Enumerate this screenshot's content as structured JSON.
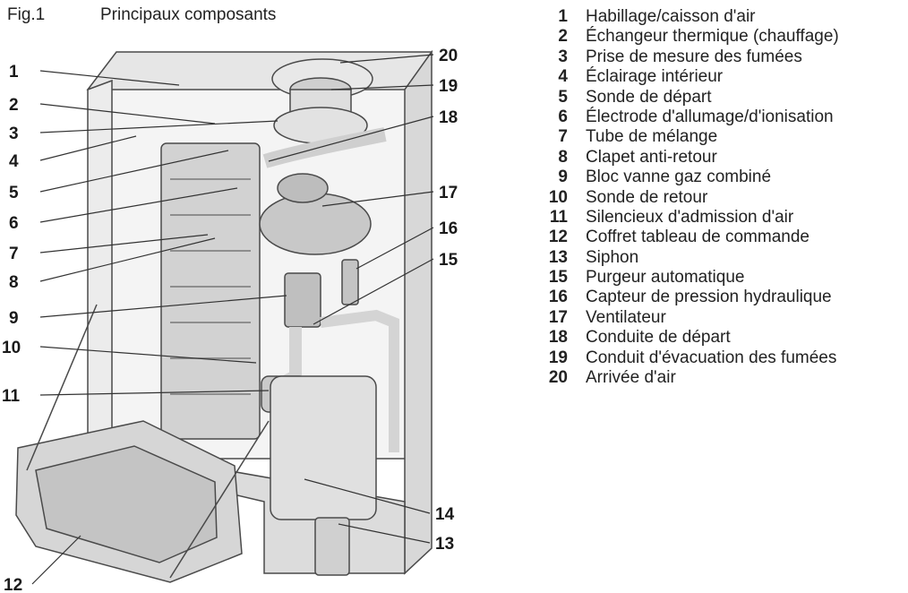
{
  "caption": {
    "fig": "Fig.1",
    "title": "Principaux composants"
  },
  "legend": [
    {
      "num": "1",
      "text": "Habillage/caisson d'air"
    },
    {
      "num": "2",
      "text": "Échangeur thermique (chauffage)"
    },
    {
      "num": "3",
      "text": "Prise de mesure des fumées"
    },
    {
      "num": "4",
      "text": "Éclairage intérieur"
    },
    {
      "num": "5",
      "text": "Sonde de départ"
    },
    {
      "num": "6",
      "text": "Électrode d'allumage/d'ionisation"
    },
    {
      "num": "7",
      "text": "Tube de mélange"
    },
    {
      "num": "8",
      "text": "Clapet anti-retour"
    },
    {
      "num": "9",
      "text": "Bloc vanne gaz combiné"
    },
    {
      "num": "10",
      "text": "Sonde de retour"
    },
    {
      "num": "11",
      "text": "Silencieux d'admission d'air"
    },
    {
      "num": "12",
      "text": "Coffret tableau de commande"
    },
    {
      "num": "13",
      "text": "Siphon"
    },
    {
      "num": "15",
      "text": "Purgeur automatique"
    },
    {
      "num": "16",
      "text": "Capteur de pression hydraulique"
    },
    {
      "num": "17",
      "text": "Ventilateur"
    },
    {
      "num": "18",
      "text": "Conduite de départ"
    },
    {
      "num": "19",
      "text": "Conduit d'évacuation des fumées"
    },
    {
      "num": "20",
      "text": "Arrivée d'air"
    }
  ],
  "callouts": {
    "c1": "1",
    "c2": "2",
    "c3": "3",
    "c4": "4",
    "c5": "5",
    "c6": "6",
    "c7": "7",
    "c8": "8",
    "c9": "9",
    "c10": "10",
    "c11": "11",
    "c12": "12",
    "c13": "13",
    "c14": "14",
    "c15": "15",
    "c16": "16",
    "c17": "17",
    "c18": "18",
    "c19": "19",
    "c20": "20"
  }
}
